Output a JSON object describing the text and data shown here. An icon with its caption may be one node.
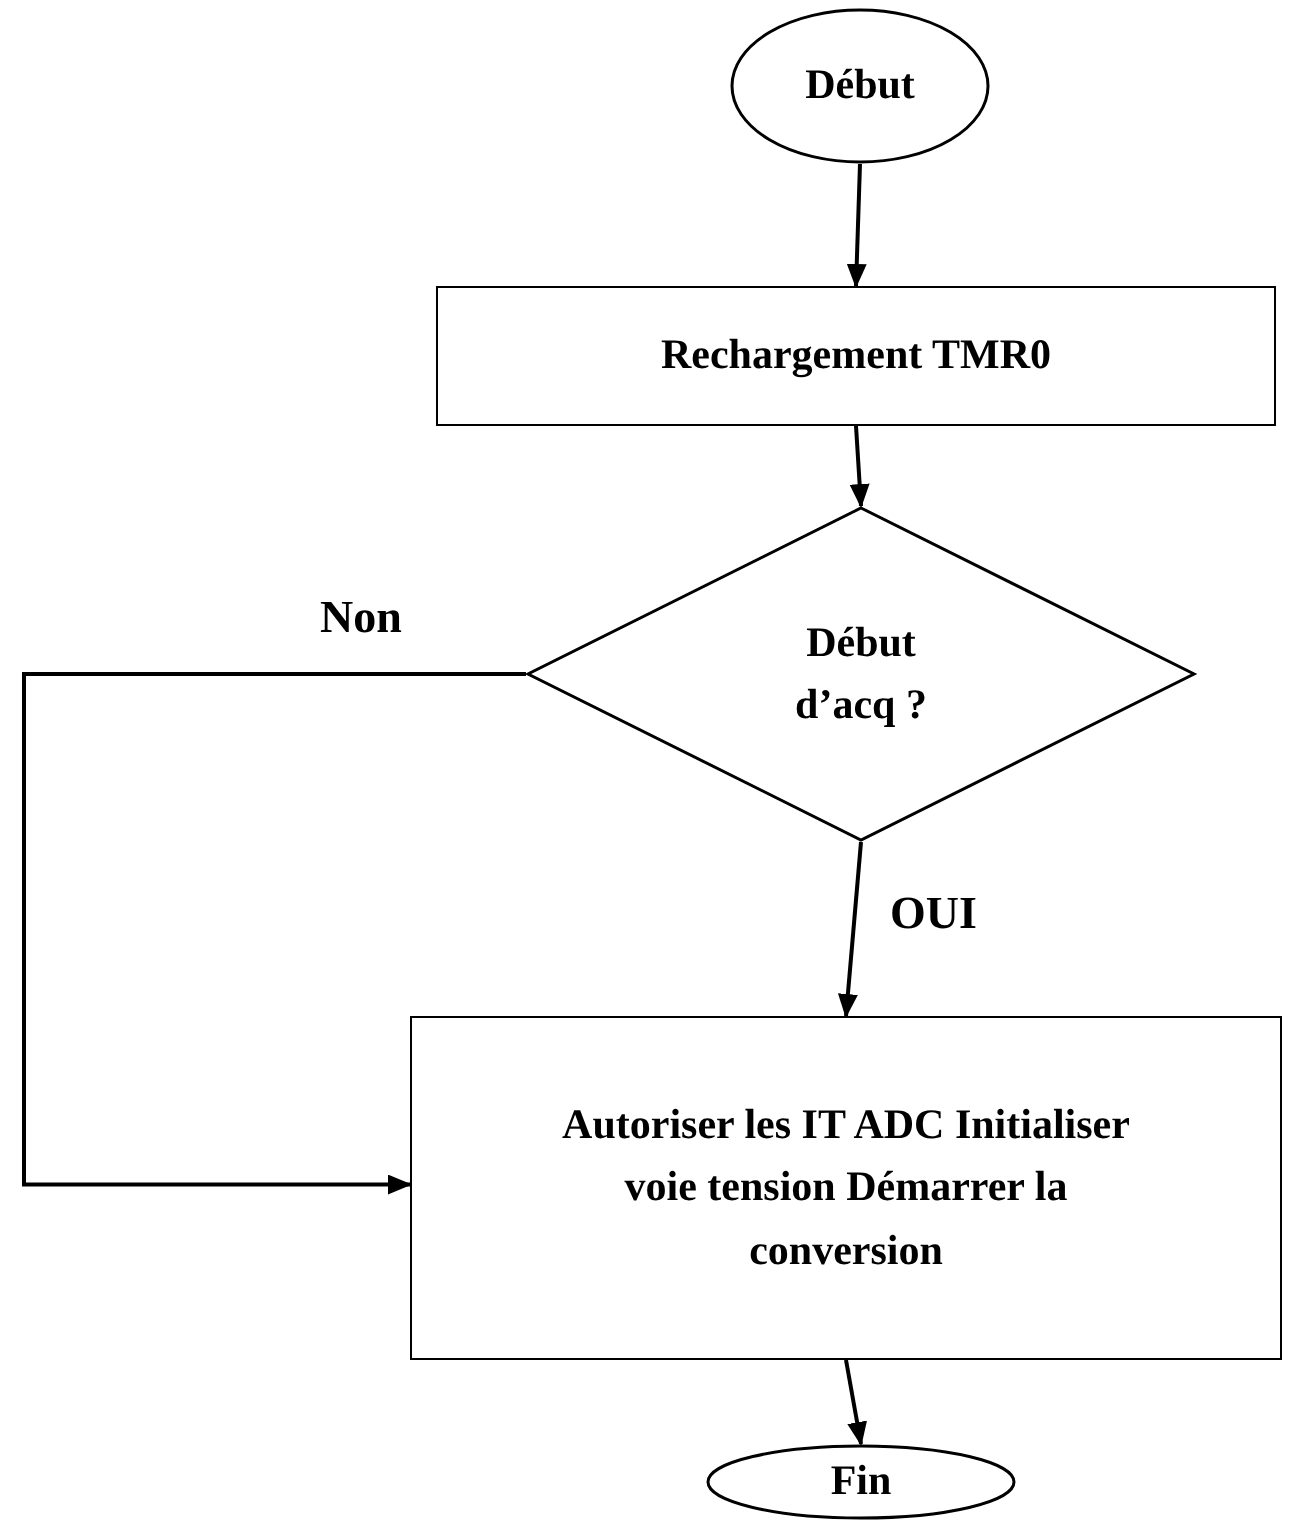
{
  "diagram": {
    "nodes": [
      {
        "text": [
          "Début"
        ]
      },
      {
        "text": [
          "Rechargement TMR0"
        ]
      },
      {
        "text": [
          "Début d’acq ?"
        ]
      },
      {
        "text": [
          "Autoriser les IT ADC Initialiser voie tension Démarrer la conversion"
        ]
      },
      {
        "text": [
          "Fin"
        ]
      }
    ],
    "edges": [
      {
        "from": 0,
        "to": 1,
        "arrow": "to"
      },
      {
        "from": 1,
        "to": 2,
        "arrow": "to"
      },
      {
        "from": 2,
        "to": 3,
        "arrow": "to",
        "label": "OUI"
      },
      {
        "from": 2,
        "to": 3,
        "arrow": "to",
        "label": "Non"
      },
      {
        "from": 3,
        "to": 4,
        "arrow": "to"
      }
    ]
  }
}
